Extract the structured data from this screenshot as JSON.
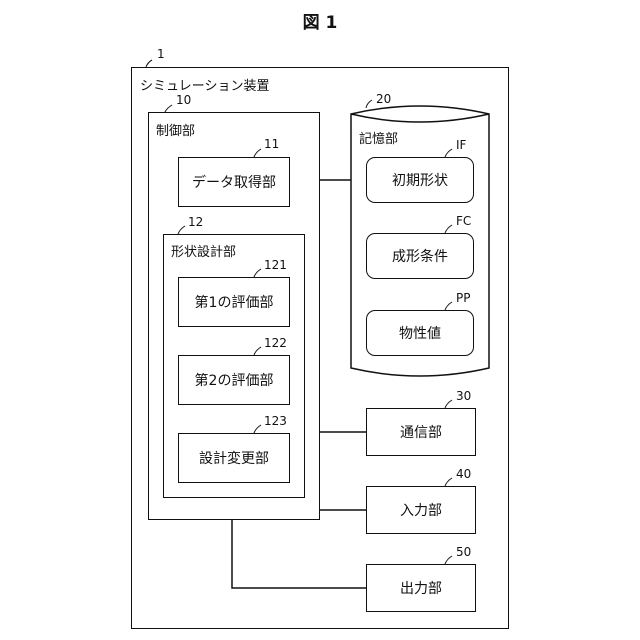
{
  "figure_title": "図 1",
  "device": {
    "ref": "1",
    "label": "シミュレーション装置"
  },
  "control": {
    "ref": "10",
    "label": "制御部"
  },
  "data_acquisition": {
    "ref": "11",
    "label": "データ取得部"
  },
  "shape_design": {
    "ref": "12",
    "label": "形状設計部"
  },
  "eval1": {
    "ref": "121",
    "label": "第1の評価部"
  },
  "eval2": {
    "ref": "122",
    "label": "第2の評価部"
  },
  "design_change": {
    "ref": "123",
    "label": "設計変更部"
  },
  "storage": {
    "ref": "20",
    "label": "記憶部"
  },
  "initial_shape": {
    "ref": "IF",
    "label": "初期形状"
  },
  "molding_conditions": {
    "ref": "FC",
    "label": "成形条件"
  },
  "property_values": {
    "ref": "PP",
    "label": "物性値"
  },
  "communication": {
    "ref": "30",
    "label": "通信部"
  },
  "input": {
    "ref": "40",
    "label": "入力部"
  },
  "output": {
    "ref": "50",
    "label": "出力部"
  }
}
